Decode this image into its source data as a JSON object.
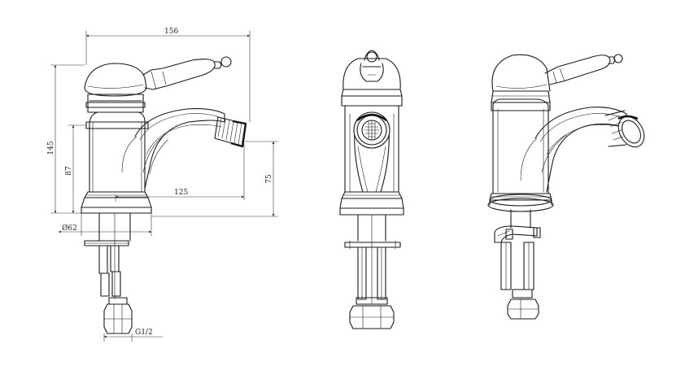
{
  "dimensions": {
    "total_width": "156",
    "total_height": "145",
    "body_height": "87",
    "spout_reach": "125",
    "spout_height": "75",
    "base_diameter": "Ø62",
    "connection": "G1/2"
  },
  "colors": {
    "line": "#1a1a1a",
    "background": "#ffffff"
  }
}
